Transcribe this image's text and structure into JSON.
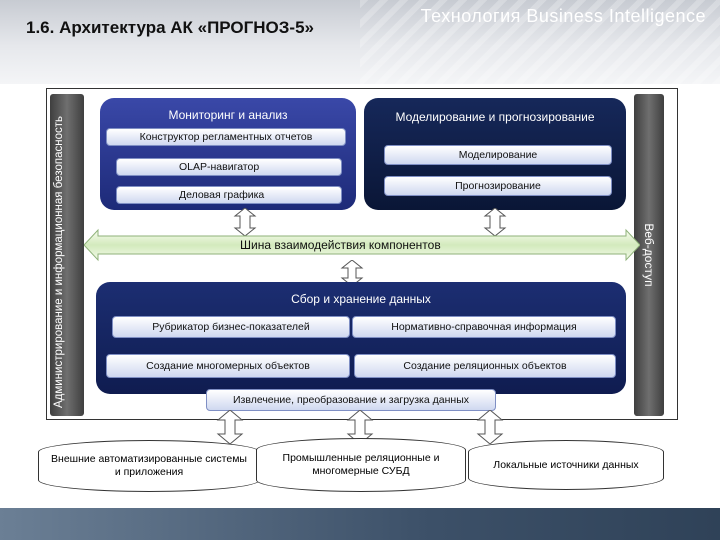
{
  "title": "1.6. Архитектура АК «ПРОГНОЗ-5»",
  "footer": "Технология Business Intelligence",
  "left_sidebar": "Администрирование и информационная безопасность",
  "right_sidebar": "Веб-доступ",
  "monitoring": {
    "title": "Мониторинг и анализ",
    "items": [
      "Конструктор регламентных отчетов",
      "OLAP-навигатор",
      "Деловая графика"
    ]
  },
  "modeling": {
    "title": "Моделирование и прогнозирование",
    "items": [
      "Моделирование",
      "Прогнозирование"
    ]
  },
  "bus": "Шина взаимодействия компонентов",
  "storage": {
    "title": "Сбор и хранение данных",
    "items": [
      "Рубрикатор бизнес-показателей",
      "Нормативно-справочная информация",
      "Создание многомерных объектов",
      "Создание реляционных объектов"
    ]
  },
  "etl": "Извлечение, преобразование и загрузка данных",
  "sources": [
    "Внешние автоматизированные системы и приложения",
    "Промышленные реляционные и многомерные СУБД",
    "Локальные источники данных"
  ]
}
